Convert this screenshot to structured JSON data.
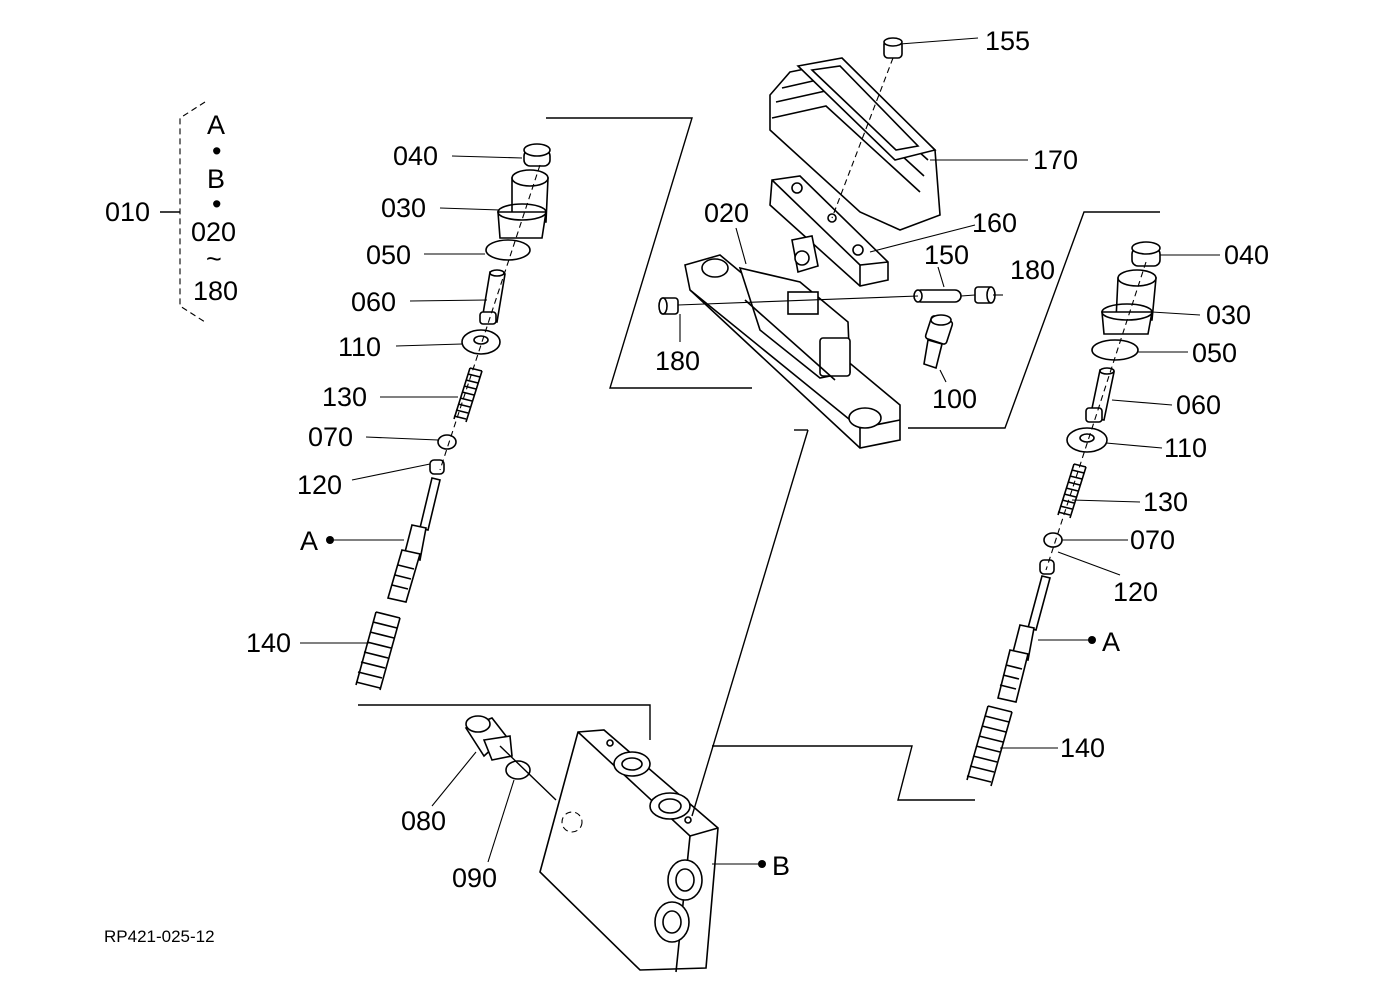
{
  "diagram": {
    "reference_code": "RP421-025-12",
    "group": {
      "label": "010",
      "items": [
        "A",
        "•",
        "B",
        "•",
        "020",
        "~",
        "180"
      ]
    },
    "labels": {
      "p155": "155",
      "p170": "170",
      "p160": "160",
      "p020": "020",
      "p150": "150",
      "p180_top": "180",
      "p180_left": "180",
      "p100": "100",
      "l040": "040",
      "l030": "030",
      "l050": "050",
      "l060": "060",
      "l110": "110",
      "l130": "130",
      "l070": "070",
      "l120": "120",
      "lA": "A",
      "l140": "140",
      "r040": "040",
      "r030": "030",
      "r050": "050",
      "r060": "060",
      "r110": "110",
      "r130": "130",
      "r070": "070",
      "r120": "120",
      "rA": "A",
      "r140": "140",
      "p080": "080",
      "p090": "090",
      "pB": "B"
    }
  }
}
